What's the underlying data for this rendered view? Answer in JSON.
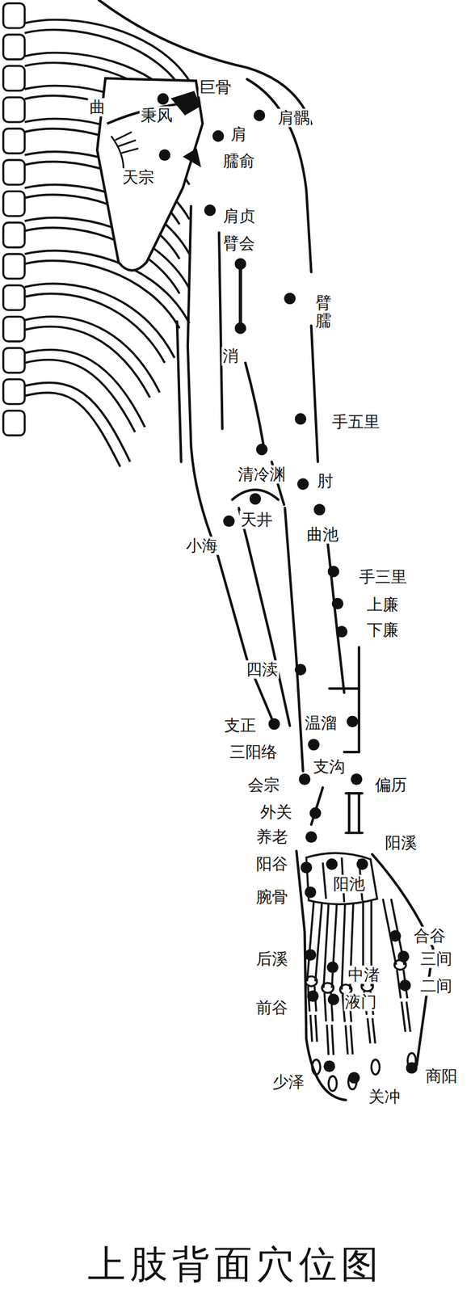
{
  "diagram": {
    "caption": "上肢背面穴位图",
    "labels": [
      "曲",
      "秉风",
      "巨骨",
      "肩髃",
      "肩",
      "臑俞",
      "天宗",
      "肩贞",
      "臂会",
      "消",
      "臂臑",
      "手五里",
      "清冷渊",
      "肘",
      "天井",
      "小海",
      "曲池",
      "手三里",
      "上廉",
      "下廉",
      "四渎",
      "支正",
      "温溜",
      "三阳络",
      "支沟",
      "会宗",
      "偏历",
      "外关",
      "养老",
      "阳溪",
      "阳谷",
      "阳池",
      "腕骨",
      "合谷",
      "三间",
      "后溪",
      "中渚",
      "液门",
      "二间",
      "前谷",
      "少泽",
      "关冲",
      "商阳"
    ]
  }
}
